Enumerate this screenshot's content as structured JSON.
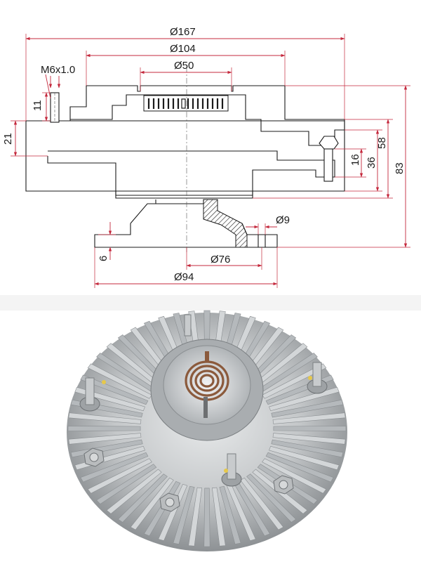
{
  "drawing": {
    "dimensions": {
      "overall_diameter": "Ø167",
      "body_diameter": "Ø104",
      "hub_diameter": "Ø50",
      "thread": "M6x1.0",
      "stud_height": "11",
      "flange_thickness": "21",
      "side_16": "16",
      "side_36": "36",
      "side_58": "58",
      "total_height": "83",
      "hole_diameter": "Ø9",
      "base_thickness": "6",
      "bolt_circle": "Ø76",
      "base_diameter": "Ø94"
    }
  },
  "colors": {
    "dimension_line": "#c4283c",
    "outline": "#1a1a1a",
    "spring": "#8b5a3c",
    "aluminium": "#c9ccce"
  }
}
